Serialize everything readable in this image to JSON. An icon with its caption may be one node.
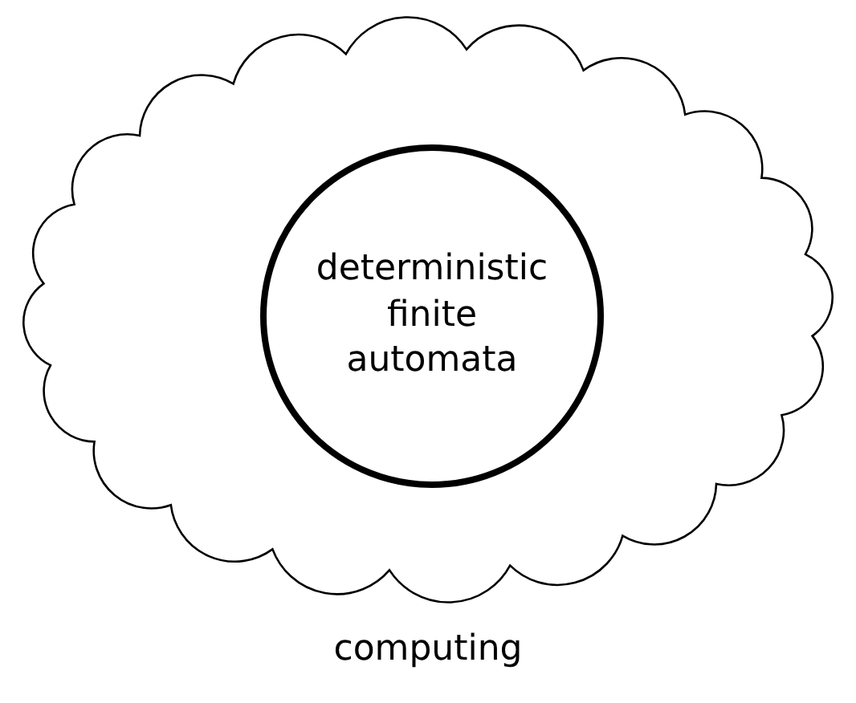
{
  "diagram": {
    "nodes": [
      {
        "text": [
          "computing"
        ]
      },
      {
        "text": [
          "deterministic finite automata"
        ],
        "in": 0
      }
    ]
  }
}
